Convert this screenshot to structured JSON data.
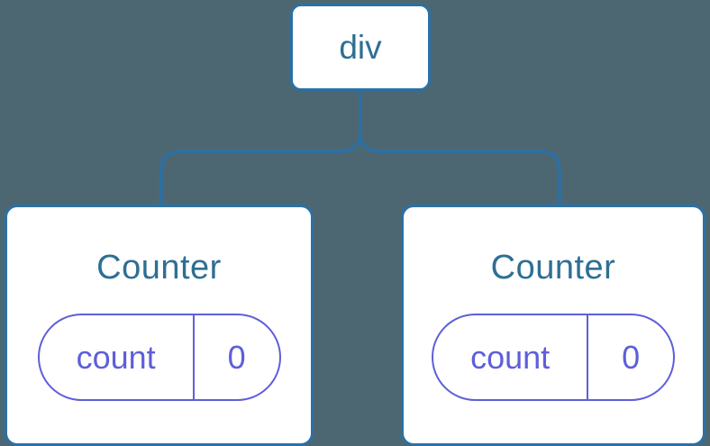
{
  "diagram": {
    "type": "component-tree",
    "colors": {
      "background": "#4d6772",
      "node_border": "#2b70a5",
      "node_fill": "#ffffff",
      "node_text": "#2e6f93",
      "state_pill": "#5e5fd9",
      "connector_line": "#2b70a5"
    },
    "root": {
      "label": "div"
    },
    "children": [
      {
        "title": "Counter",
        "state": {
          "key": "count",
          "value": "0"
        }
      },
      {
        "title": "Counter",
        "state": {
          "key": "count",
          "value": "0"
        }
      }
    ]
  }
}
